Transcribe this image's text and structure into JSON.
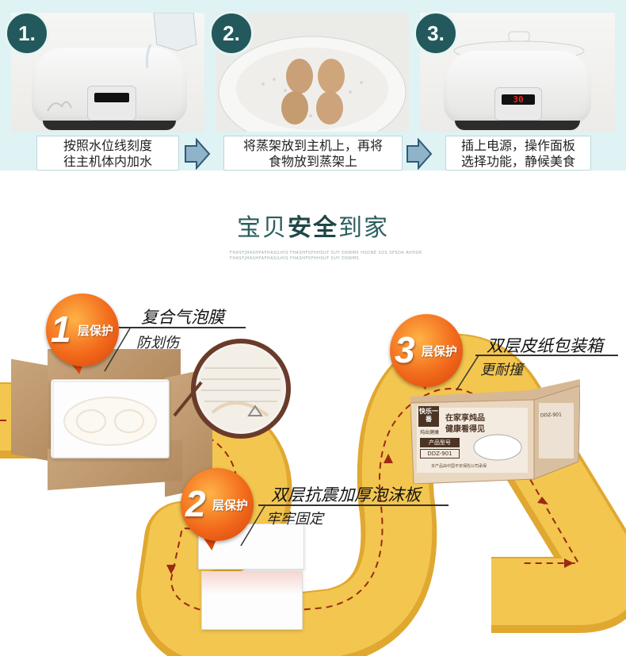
{
  "steps": [
    {
      "number": "1.",
      "caption_line1": "按照水位线刻度",
      "caption_line2": "往主机体内加水"
    },
    {
      "number": "2.",
      "caption_line1": "将蒸架放到主机上，再将",
      "caption_line2": "食物放到蒸架上"
    },
    {
      "number": "3.",
      "caption_line1": "插上电源，操作面板",
      "caption_line2": "选择功能，静候美食"
    }
  ],
  "device": {
    "lcd_step3": "30"
  },
  "section": {
    "title_pre": "宝贝",
    "title_bold": "安全",
    "title_post": "到家",
    "tiny_line1": "FHASFJHASHFAFHASILHIS  FHASHFSFHHSUF  SUY  DSWMS  HSDNE  SOS  SFSDA  AHHOK",
    "tiny_line2": "FHASFJHASHFAFHASILHIS  FHASHFSFHHSUF  SUY  DSWMS"
  },
  "layers": [
    {
      "num": "1",
      "badge_text": "层保护",
      "title": "复合气泡膜",
      "subtitle": "防划伤"
    },
    {
      "num": "2",
      "badge_text": "层保护",
      "title": "双层抗震加厚泡沫板",
      "subtitle": "牢牢固定"
    },
    {
      "num": "3",
      "badge_text": "层保护",
      "title": "双层皮纸包装箱",
      "subtitle": "更耐撞"
    }
  ],
  "carton": {
    "brand": "快乐一番",
    "brand_sub": "炖出健康",
    "slogan1": "在家享炖品",
    "slogan2": "健康看得见",
    "model_label": "产品型号",
    "model": "DDZ-901",
    "side_model": "DDZ-901",
    "footer": "本产品由中国平安保险公司承保"
  },
  "colors": {
    "teal": "#23595c",
    "strip_bg": "#dff2f4",
    "road_yellow": "#f3c64f",
    "road_edge": "#e0a830",
    "badge_orange": "#f26a1b",
    "path_dash": "#9b2a14"
  }
}
